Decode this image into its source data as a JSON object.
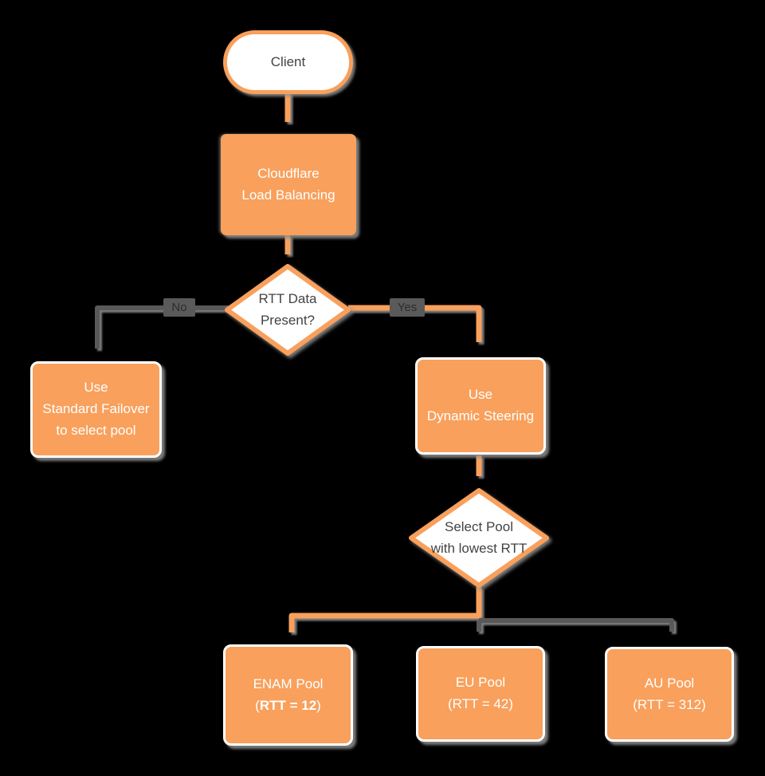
{
  "colors": {
    "orange": "#F8A05C",
    "line_gray": "#595959",
    "text_dark": "#434343",
    "node_text": "#FFFFFF",
    "background": "#000000"
  },
  "flowchart": {
    "nodes": {
      "client": {
        "label": "Client"
      },
      "load_balancer": {
        "line1": "Cloudflare",
        "line2": "Load Balancing"
      },
      "rtt_decision": {
        "line1": "RTT Data",
        "line2": "Present?"
      },
      "standard_failover": {
        "line1": "Use",
        "line2": "Standard Failover",
        "line3": "to select pool"
      },
      "dynamic_steering": {
        "line1": "Use",
        "line2": "Dynamic Steering"
      },
      "pool_decision": {
        "line1": "Select Pool",
        "line2": "with lowest RTT"
      },
      "enam_pool": {
        "line1": "ENAM Pool",
        "line2_prefix": "(",
        "line2_bold": "RTT = 12",
        "line2_suffix": ")"
      },
      "eu_pool": {
        "line1": "EU Pool",
        "line2": "(RTT = 42)"
      },
      "au_pool": {
        "line1": "AU Pool",
        "line2": "(RTT = 312)"
      }
    },
    "edge_labels": {
      "no": "No",
      "yes": "Yes"
    }
  }
}
